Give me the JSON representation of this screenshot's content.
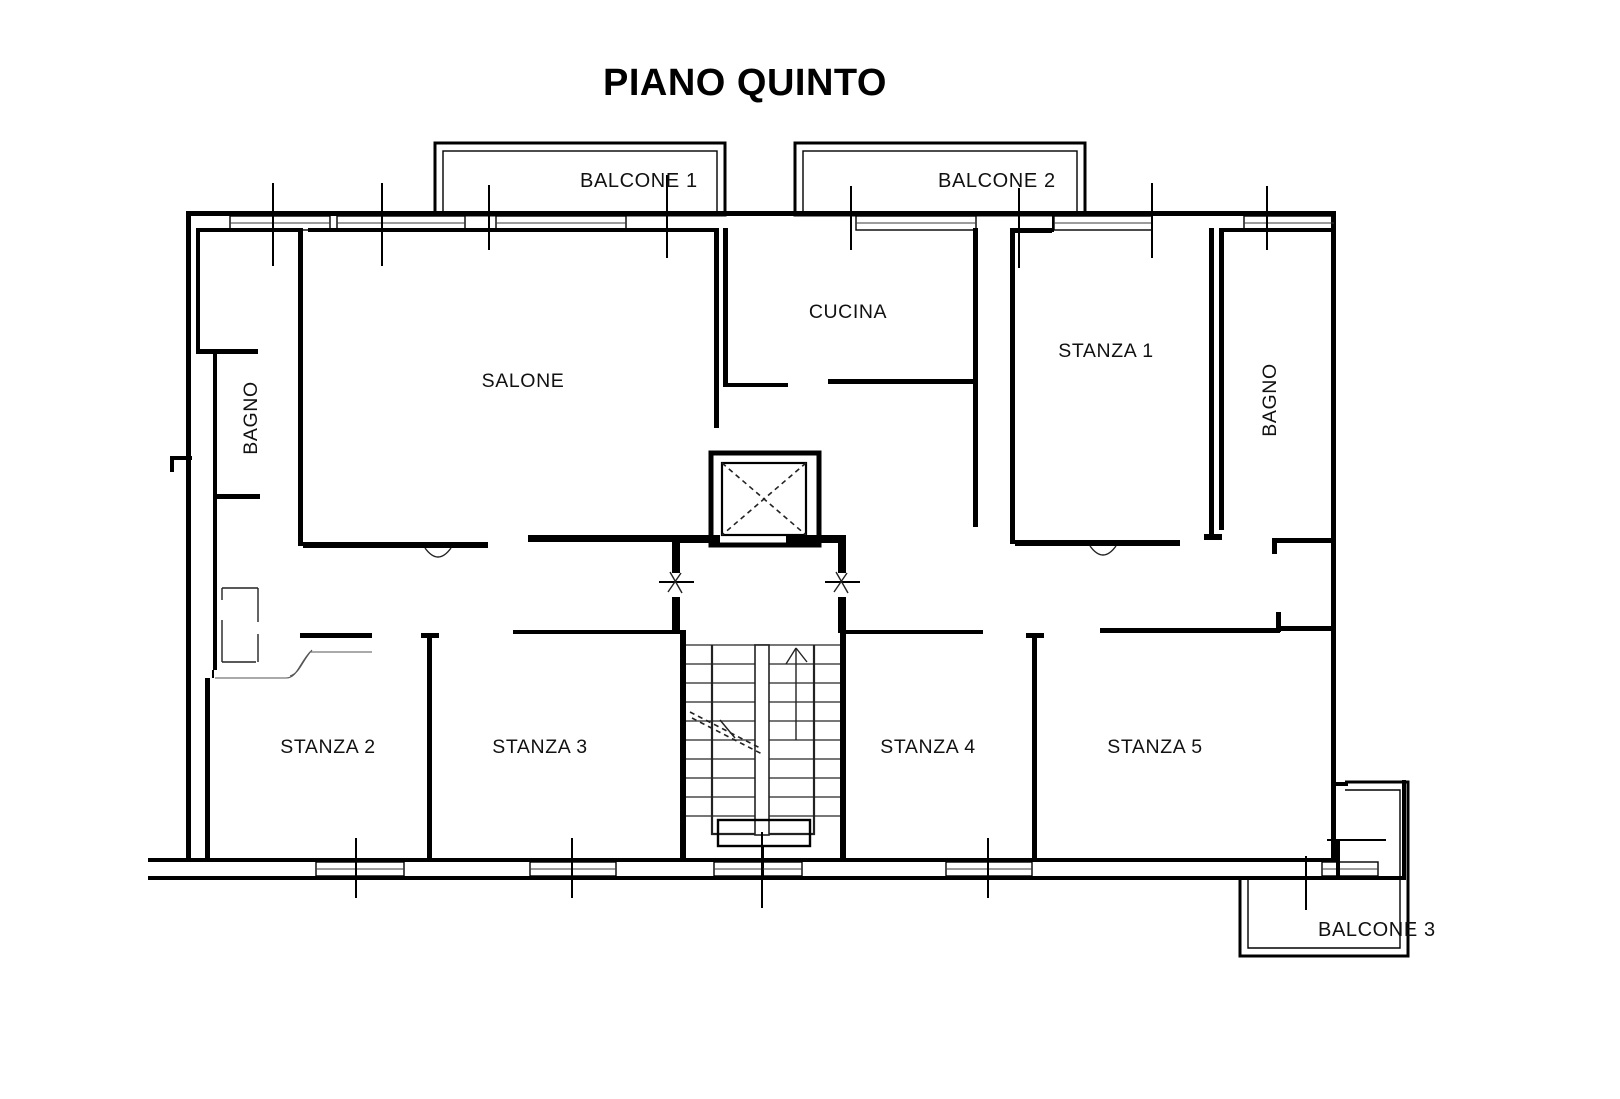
{
  "title": "PIANO QUINTO",
  "drawing": {
    "type": "floor-plan",
    "units": "none",
    "style": "architectural-2d-line-drawing"
  },
  "balconies": [
    {
      "id": "balcone-1",
      "label": "BALCONE 1"
    },
    {
      "id": "balcone-2",
      "label": "BALCONE 2"
    },
    {
      "id": "balcone-3",
      "label": "BALCONE 3"
    }
  ],
  "rooms": [
    {
      "id": "bagno-left",
      "label": "BAGNO",
      "orientation": "vertical"
    },
    {
      "id": "salone",
      "label": "SALONE",
      "orientation": "horizontal"
    },
    {
      "id": "cucina",
      "label": "CUCINA",
      "orientation": "horizontal"
    },
    {
      "id": "stanza-1",
      "label": "STANZA 1",
      "orientation": "horizontal"
    },
    {
      "id": "bagno-right",
      "label": "BAGNO",
      "orientation": "vertical"
    },
    {
      "id": "stanza-2",
      "label": "STANZA 2",
      "orientation": "horizontal"
    },
    {
      "id": "stanza-3",
      "label": "STANZA 3",
      "orientation": "horizontal"
    },
    {
      "id": "stanza-4",
      "label": "STANZA 4",
      "orientation": "horizontal"
    },
    {
      "id": "stanza-5",
      "label": "STANZA 5",
      "orientation": "horizontal"
    }
  ],
  "features": {
    "stairwell": "central-staircase",
    "elevator": "elevator-shaft-x-mark"
  },
  "colors": {
    "ink": "#000000",
    "paper": "#ffffff",
    "hairline": "#4a4a4a"
  }
}
